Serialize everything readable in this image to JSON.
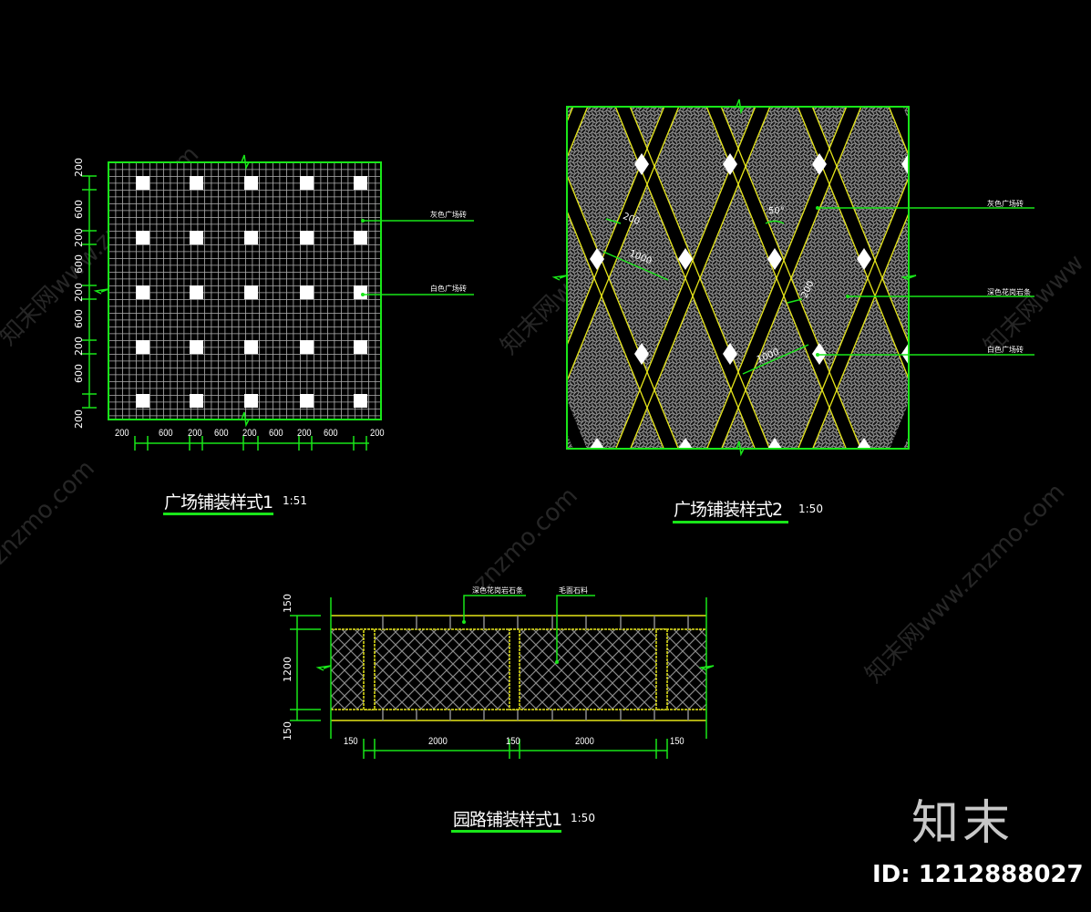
{
  "canvas": {
    "background": "#000000",
    "accent_green": "#19e619",
    "accent_yellow": "#e6e619",
    "hatch_gray": "#a0a0a0"
  },
  "drawing_1": {
    "title": "广场铺装样式1",
    "scale": "1:51",
    "callouts": [
      "灰色广场砖",
      "白色广场砖"
    ],
    "bottom_dims": [
      "200",
      "600",
      "200",
      "600",
      "200",
      "600",
      "200",
      "600",
      "200"
    ],
    "left_dims": [
      "200",
      "600",
      "200",
      "600",
      "200",
      "600",
      "200",
      "600",
      "200"
    ]
  },
  "drawing_2": {
    "title": "广场铺装样式2",
    "scale": "1:50",
    "callouts": [
      "灰色广场砖",
      "深色花岗岩条",
      "白色广场砖"
    ],
    "annotations": {
      "angle": "50°",
      "width_a": "200",
      "length_a": "1000",
      "width_b": "200",
      "length_b": "1000"
    }
  },
  "drawing_3": {
    "title": "园路铺装样式1",
    "scale": "1:50",
    "callouts": [
      "深色花岗岩石条",
      "毛面石料"
    ],
    "bottom_dims": [
      "150",
      "2000",
      "150",
      "2000",
      "150"
    ],
    "left_dims": [
      "150",
      "1200",
      "150"
    ]
  },
  "watermark": {
    "text": "知末网www.znzmo.com",
    "logo": "知末",
    "id": "ID: 1212888027"
  }
}
